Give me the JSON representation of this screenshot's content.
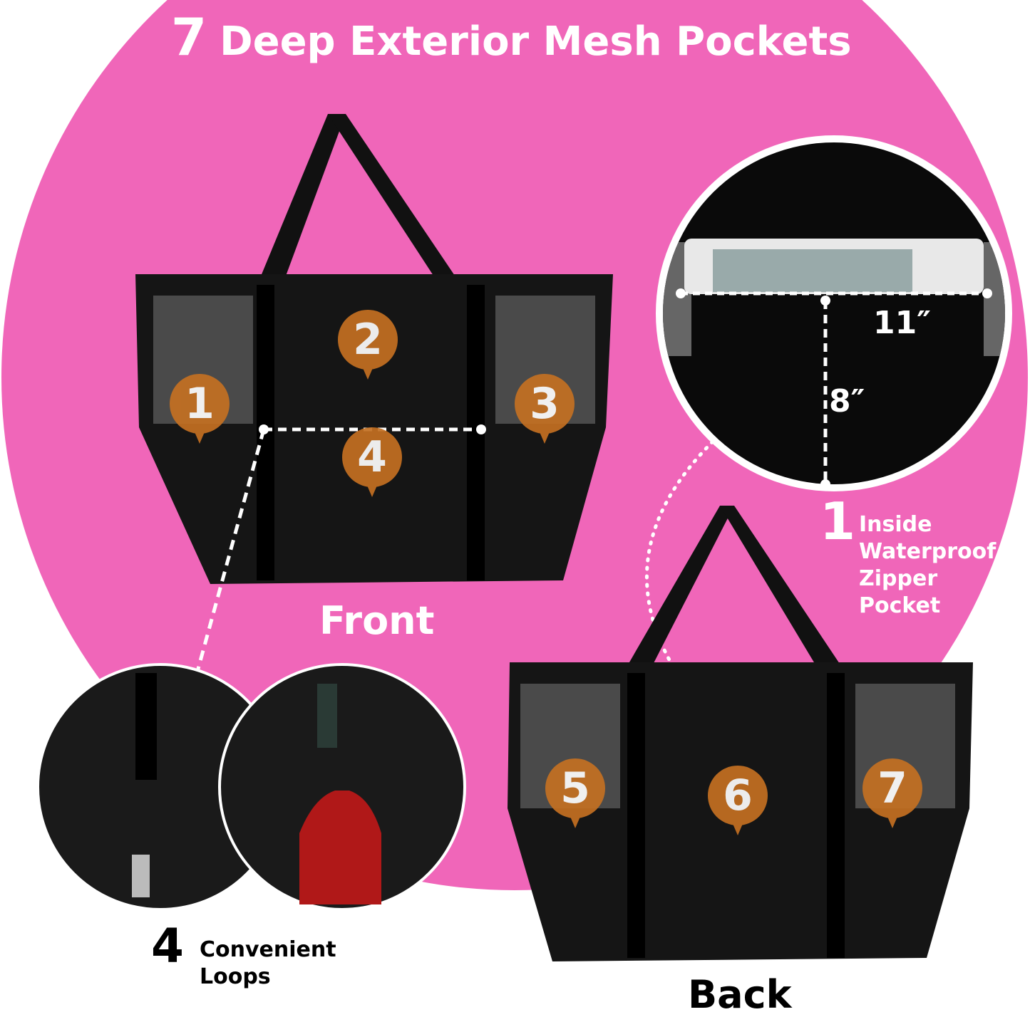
{
  "title": {
    "number": "7",
    "text": "Deep Exterior Mesh Pockets"
  },
  "front": {
    "label": "Front",
    "markers": [
      "1",
      "2",
      "3",
      "4"
    ]
  },
  "back": {
    "label": "Back",
    "markers": [
      "5",
      "6",
      "7"
    ]
  },
  "inside_pocket": {
    "width": "11″",
    "height": "8″",
    "number": "1",
    "lines": [
      "Inside",
      "Waterproof",
      "Zipper",
      "Pocket"
    ]
  },
  "loops": {
    "number": "4",
    "lines": [
      "Convenient",
      "Loops"
    ]
  },
  "colors": {
    "background": "#f066b9",
    "marker": "#c47022",
    "bag": "#111111"
  }
}
